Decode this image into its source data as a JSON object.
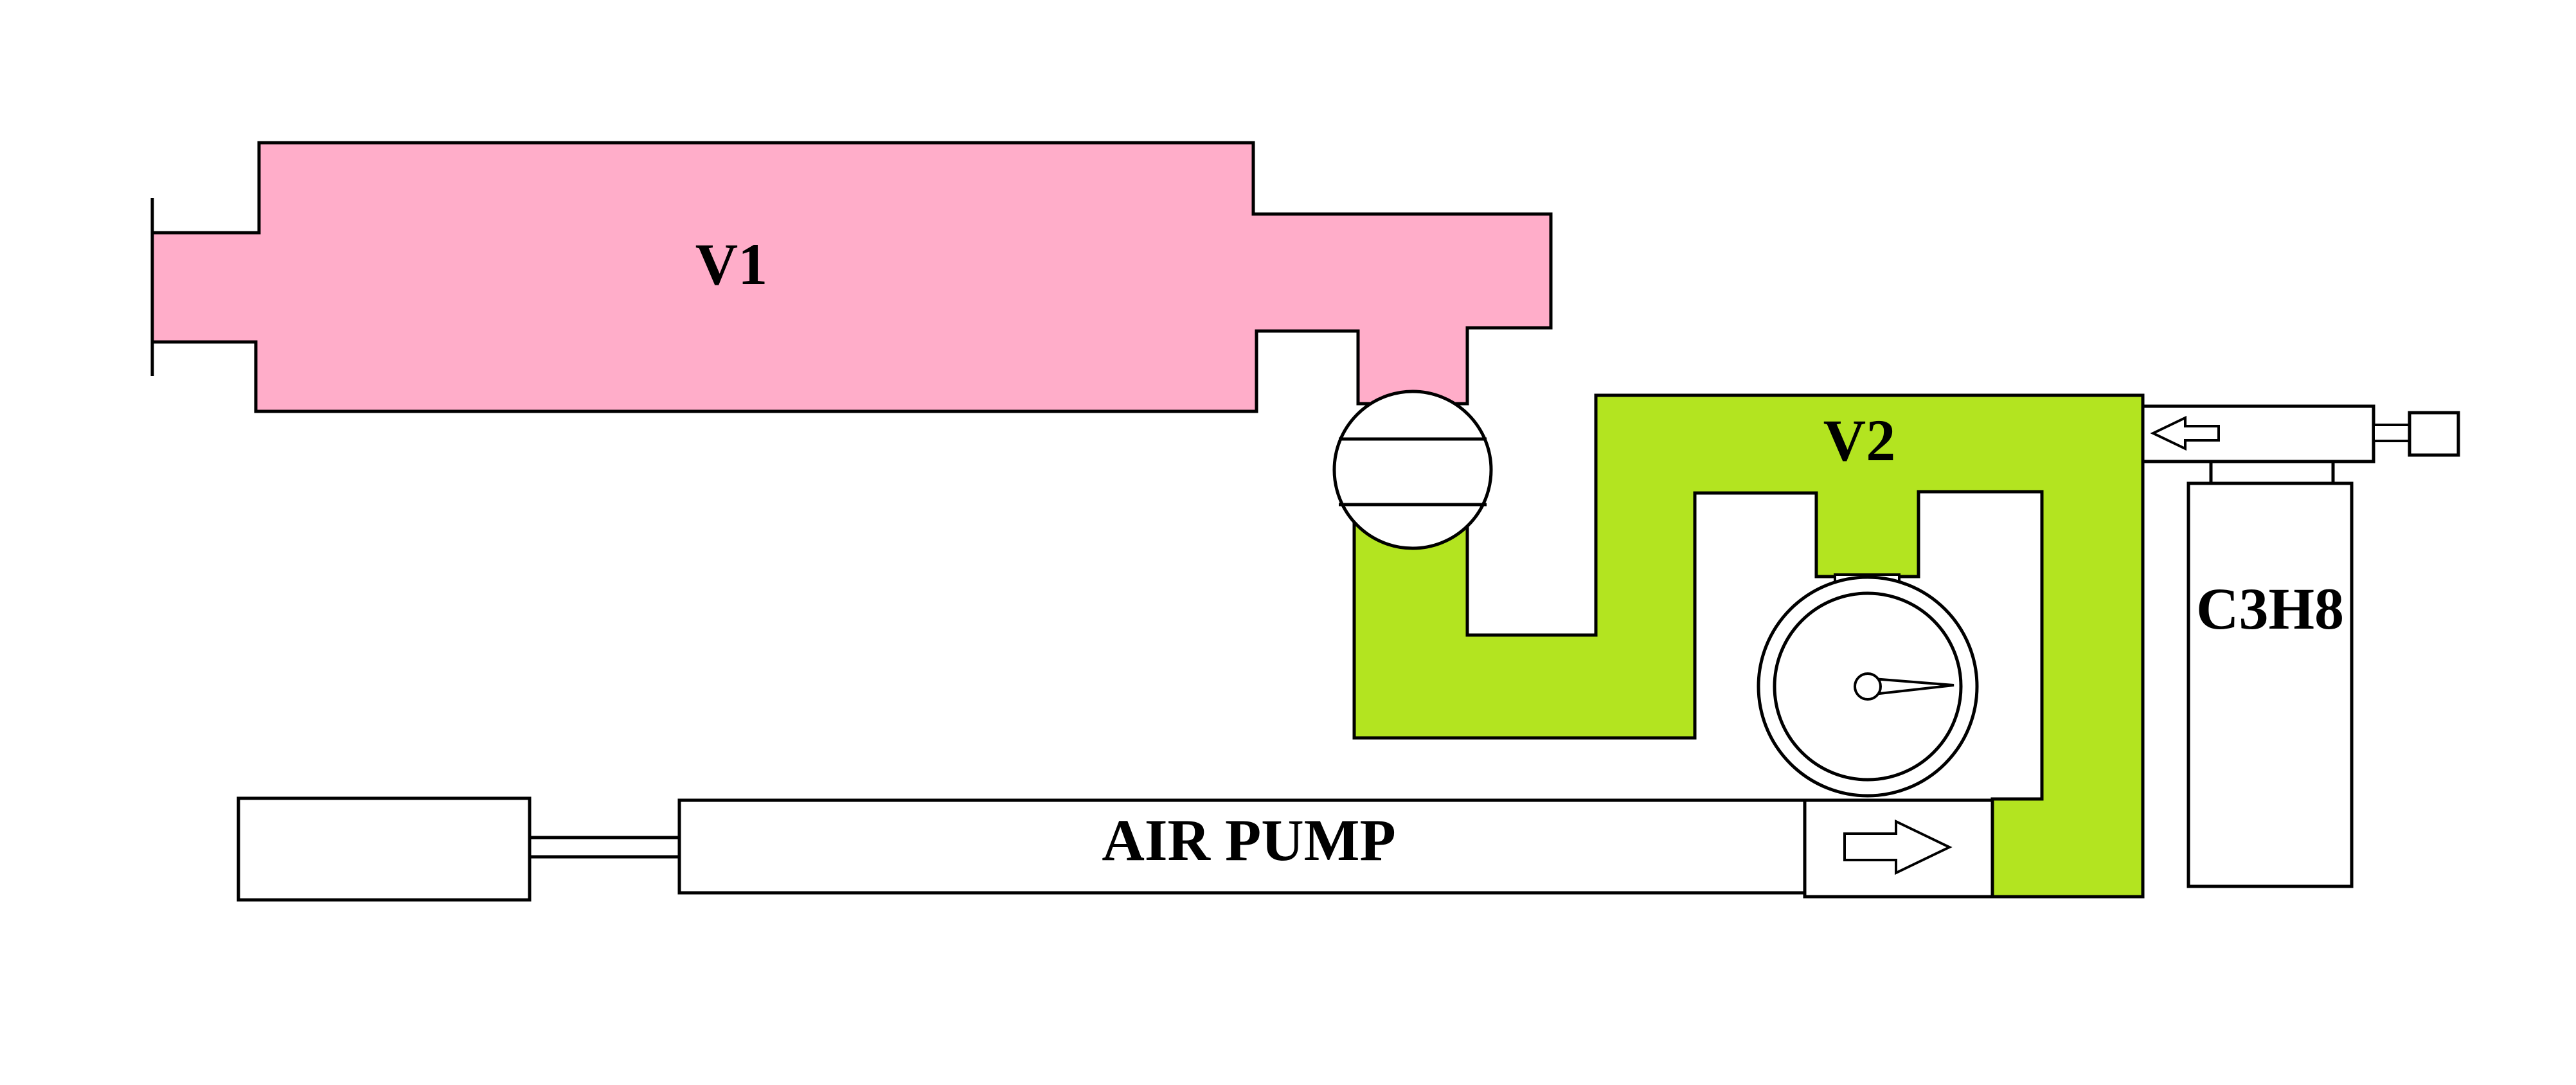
{
  "labels": {
    "v1": "V1",
    "v2": "V2",
    "cylinder": "C3H8",
    "pump": "AIR PUMP"
  },
  "colors": {
    "v1_fill": "#ffadc9",
    "v2_fill": "#b3e420",
    "outline": "#000000",
    "background": "#ffffff"
  }
}
